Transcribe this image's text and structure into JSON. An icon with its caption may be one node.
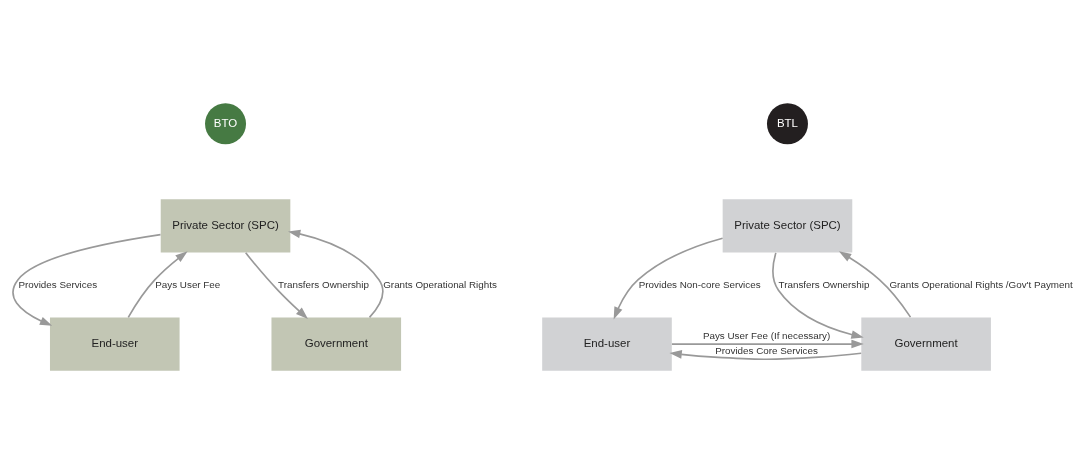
{
  "diagram": {
    "nodes": [
      {
        "text": [
          "BTO"
        ]
      },
      {
        "text": [
          "Private Sector (SPC)"
        ]
      },
      {
        "text": [
          "End-user"
        ]
      },
      {
        "text": [
          "Government"
        ]
      },
      {
        "text": [
          "BTL"
        ]
      },
      {
        "text": [
          "Private Sector (SPC)"
        ]
      },
      {
        "text": [
          "End-user"
        ]
      },
      {
        "text": [
          "Government"
        ]
      }
    ],
    "edges": [
      {
        "from": 1,
        "to": 2,
        "arrow": "to",
        "label": "Provides Services"
      },
      {
        "from": 2,
        "to": 1,
        "arrow": "to",
        "label": "Pays User Fee"
      },
      {
        "from": 1,
        "to": 3,
        "arrow": "to",
        "label": "Transfers Ownership"
      },
      {
        "from": 3,
        "to": 1,
        "arrow": "to",
        "label": "Grants Operational Rights"
      },
      {
        "from": 5,
        "to": 6,
        "arrow": "to",
        "label": "Provides Non-core Services"
      },
      {
        "from": 5,
        "to": 7,
        "arrow": "to",
        "label": "Transfers Ownership"
      },
      {
        "from": 7,
        "to": 5,
        "arrow": "to",
        "label": "Grants Operational Rights /Gov't Payment"
      },
      {
        "from": 7,
        "to": 6,
        "arrow": "to",
        "label": "Provides Core Services"
      },
      {
        "from": 6,
        "to": 7,
        "arrow": "to",
        "label": "Pays User Fee (If necessary)"
      }
    ]
  }
}
